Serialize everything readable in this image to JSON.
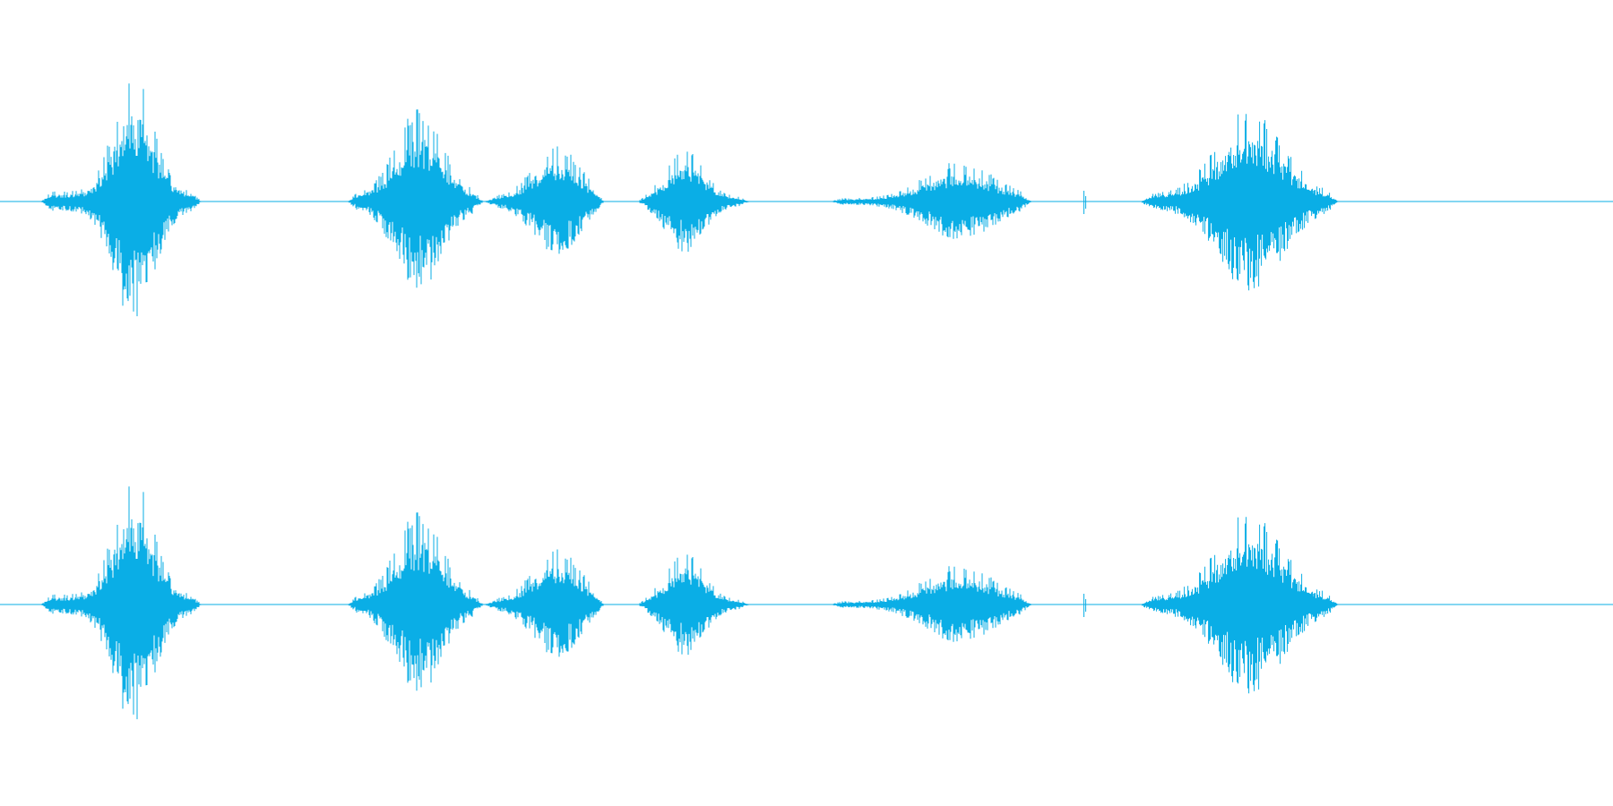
{
  "waveform": {
    "color": "#0aaee6",
    "background": "#ffffff",
    "channels": [
      {
        "name": "channel-1"
      },
      {
        "name": "channel-2"
      }
    ],
    "segments": [
      {
        "start": 0.025,
        "end": 0.125,
        "peak": 0.95,
        "center": 0.083,
        "spread": 0.017
      },
      {
        "start": 0.215,
        "end": 0.3,
        "peak": 0.7,
        "center": 0.26,
        "spread": 0.02
      },
      {
        "start": 0.3,
        "end": 0.375,
        "peak": 0.42,
        "center": 0.345,
        "spread": 0.02
      },
      {
        "start": 0.395,
        "end": 0.465,
        "peak": 0.4,
        "center": 0.425,
        "spread": 0.016
      },
      {
        "start": 0.515,
        "end": 0.64,
        "peak": 0.3,
        "center": 0.595,
        "spread": 0.03
      },
      {
        "start": 0.707,
        "end": 0.83,
        "peak": 0.7,
        "center": 0.775,
        "spread": 0.028
      }
    ],
    "blips": [
      0.672,
      0.814
    ]
  }
}
